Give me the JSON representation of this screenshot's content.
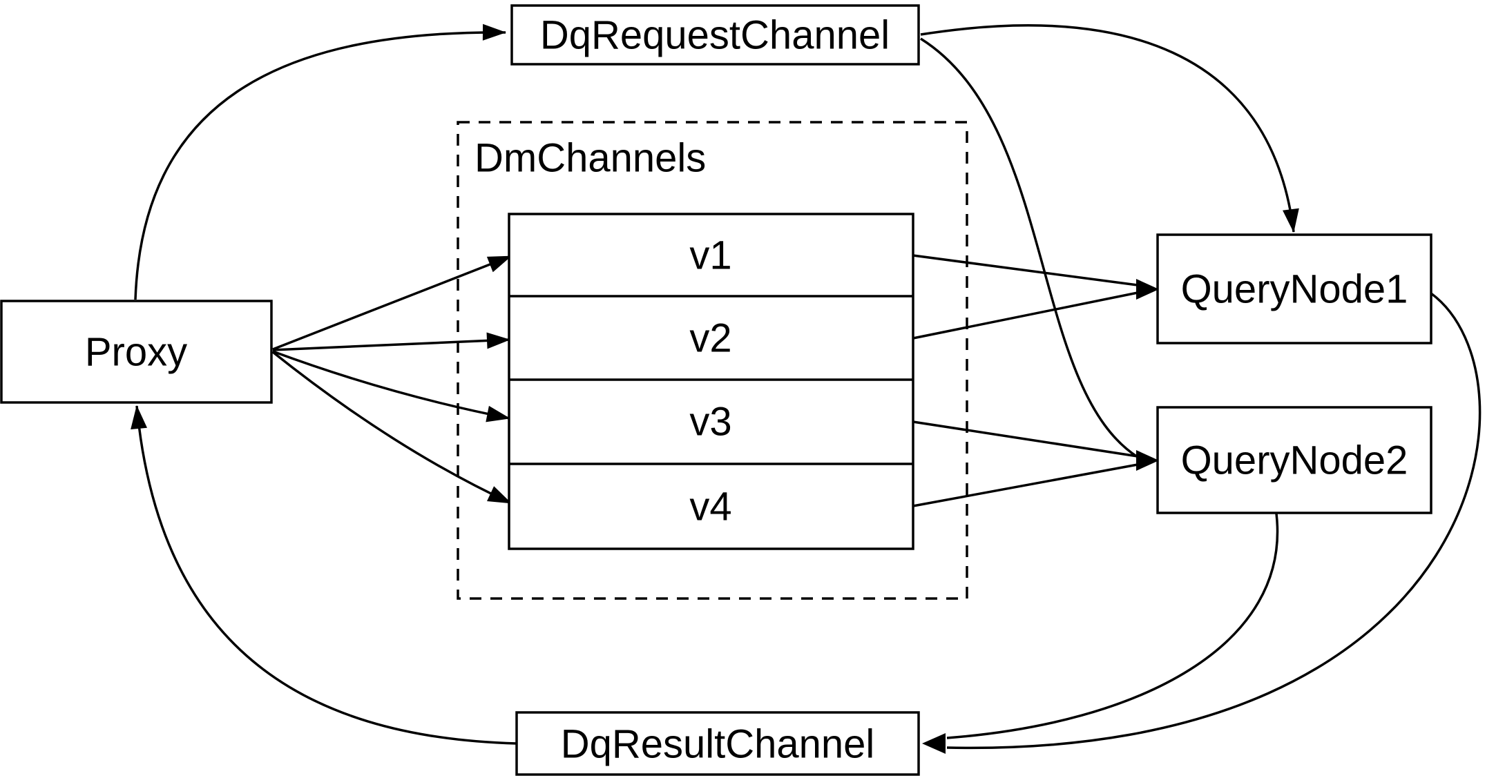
{
  "diagram": {
    "background_color": "#ffffff",
    "stroke_color": "#000000",
    "nodes": {
      "proxy": {
        "label": "Proxy"
      },
      "dq_request_channel": {
        "label": "DqRequestChannel"
      },
      "dm_channels": {
        "label": "DmChannels",
        "channels": [
          "v1",
          "v2",
          "v3",
          "v4"
        ]
      },
      "query_node_1": {
        "label": "QueryNode1"
      },
      "query_node_2": {
        "label": "QueryNode2"
      },
      "dq_result_channel": {
        "label": "DqResultChannel"
      }
    },
    "edges": [
      {
        "from": "Proxy",
        "to": "DqRequestChannel"
      },
      {
        "from": "Proxy",
        "to": "DmChannels.v1"
      },
      {
        "from": "Proxy",
        "to": "DmChannels.v2"
      },
      {
        "from": "Proxy",
        "to": "DmChannels.v3"
      },
      {
        "from": "Proxy",
        "to": "DmChannels.v4"
      },
      {
        "from": "DmChannels.v1",
        "to": "QueryNode1"
      },
      {
        "from": "DmChannels.v2",
        "to": "QueryNode1"
      },
      {
        "from": "DmChannels.v3",
        "to": "QueryNode2"
      },
      {
        "from": "DmChannels.v4",
        "to": "QueryNode2"
      },
      {
        "from": "DqRequestChannel",
        "to": "QueryNode1"
      },
      {
        "from": "DqRequestChannel",
        "to": "QueryNode2"
      },
      {
        "from": "QueryNode1",
        "to": "DqResultChannel"
      },
      {
        "from": "QueryNode2",
        "to": "DqResultChannel"
      },
      {
        "from": "DqResultChannel",
        "to": "Proxy"
      }
    ]
  }
}
